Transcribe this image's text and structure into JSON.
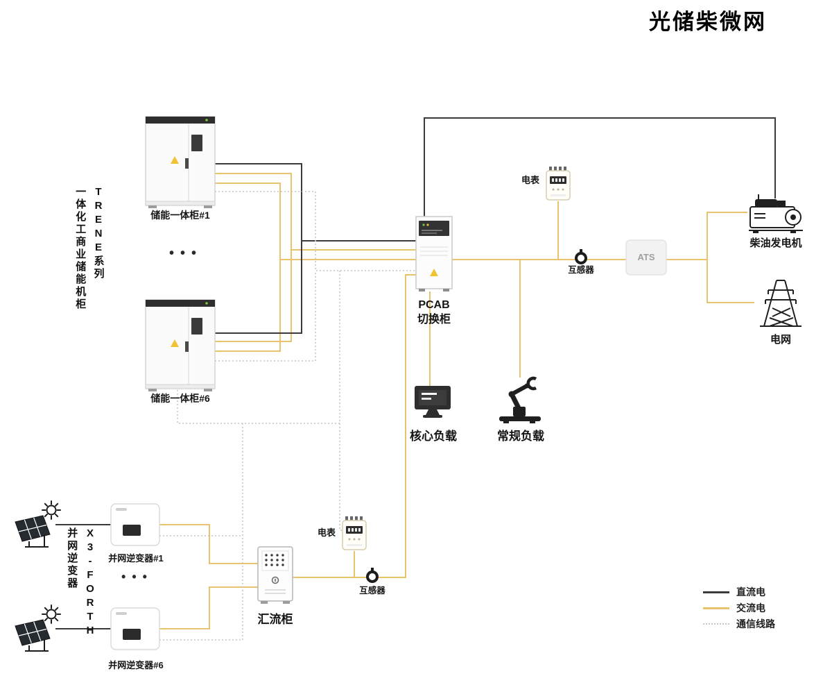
{
  "title": "光储柴微网",
  "colors": {
    "dc": "#3a3a3a",
    "ac": "#e8c36b",
    "comm": "#c6c6c6"
  },
  "left_labels": {
    "storage_series": "TRENE系列\n一体化工商业储能机柜",
    "inverter_series": "X3-FORTH\n并网逆变器"
  },
  "nodes": {
    "cabinet1": {
      "label": "储能一体柜#1"
    },
    "cabinet6": {
      "label": "储能一体柜#6"
    },
    "cabinet_dots": "•••",
    "pcab": {
      "label": "PCAB\n切换柜"
    },
    "meter_top": {
      "label": "电表"
    },
    "ct_top": {
      "label": "互感器"
    },
    "ats": {
      "label": "ATS"
    },
    "generator": {
      "label": "柴油发电机"
    },
    "grid": {
      "label": "电网"
    },
    "core_load": {
      "label": "核心负载"
    },
    "normal_load": {
      "label": "常规负载"
    },
    "inverter1": {
      "label": "并网逆变器#1"
    },
    "inverter6": {
      "label": "并网逆变器#6"
    },
    "inverter_dots": "•••",
    "combiner": {
      "label": "汇流柜"
    },
    "meter_bottom": {
      "label": "电表"
    },
    "ct_bottom": {
      "label": "互感器"
    }
  },
  "legend": {
    "items": [
      {
        "name": "dc",
        "label": "直流电"
      },
      {
        "name": "ac",
        "label": "交流电"
      },
      {
        "name": "comm",
        "label": "通信线路"
      }
    ]
  }
}
